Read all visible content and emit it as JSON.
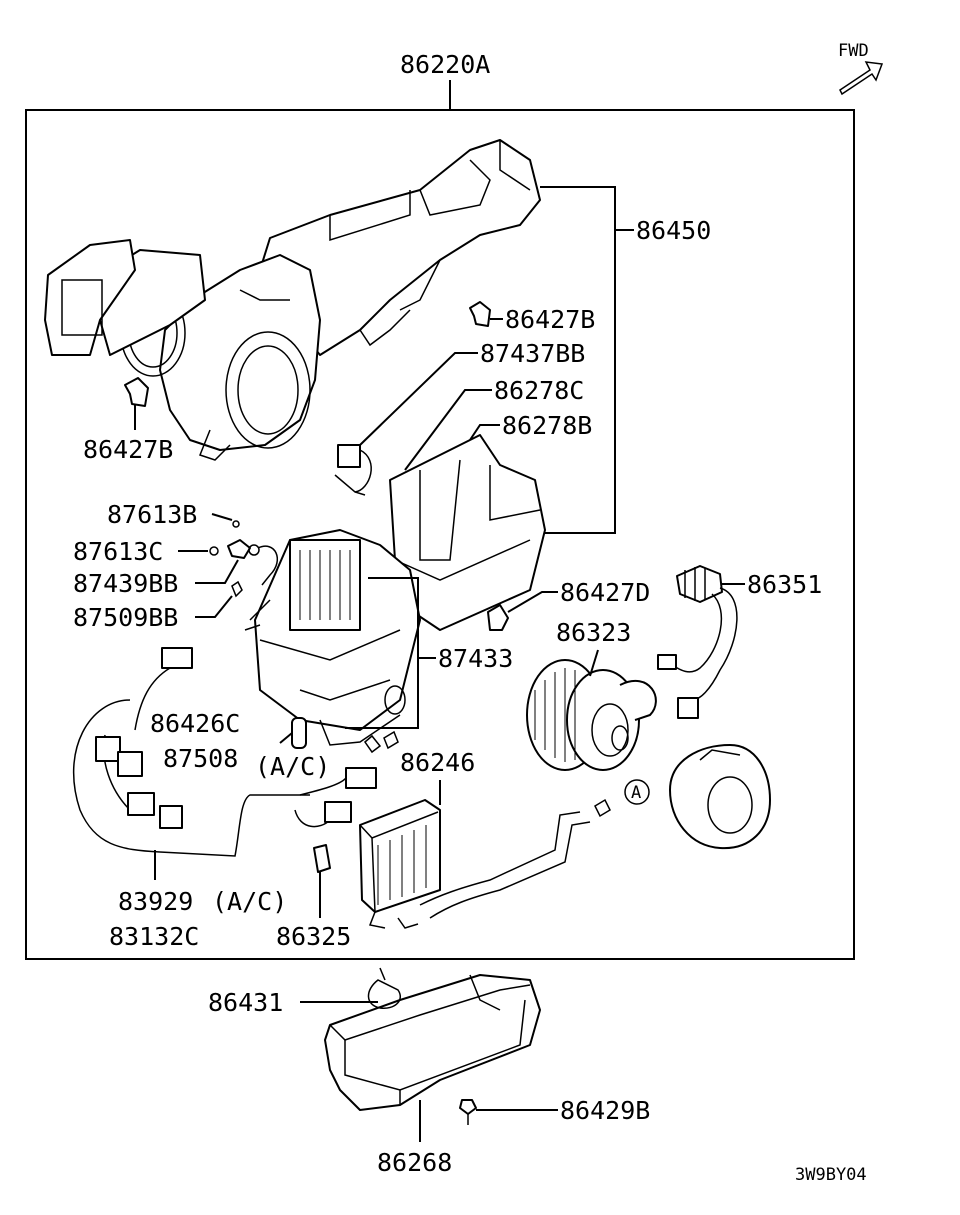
{
  "labels": {
    "main_assembly": "86220A",
    "fwd": "FWD",
    "heater_unit_case": "86450",
    "clip_b_top": "86427B",
    "sensor": "87437BB",
    "packing_c": "86278C",
    "packing_b": "86278B",
    "clip_b_left": "86427B",
    "screw_b": "87613B",
    "screw_c": "87613C",
    "switch_bb": "87439BB",
    "clip_bb": "87509BB",
    "clip_d": "86427D",
    "resistor": "86351",
    "blower_motor": "86323",
    "expansion_valve": "87433",
    "clamp_c": "86426C",
    "clamp": "87508",
    "clamp_note": "(A/C)",
    "evaporator": "86246",
    "callout_a": "A",
    "harness_ac": "83929",
    "harness_ac_note": "(A/C)",
    "harness": "83132C",
    "drain_hose": "86325",
    "band": "86431",
    "bolt": "86429B",
    "lower_case": "86268",
    "diagram_code": "3W9BY04"
  }
}
